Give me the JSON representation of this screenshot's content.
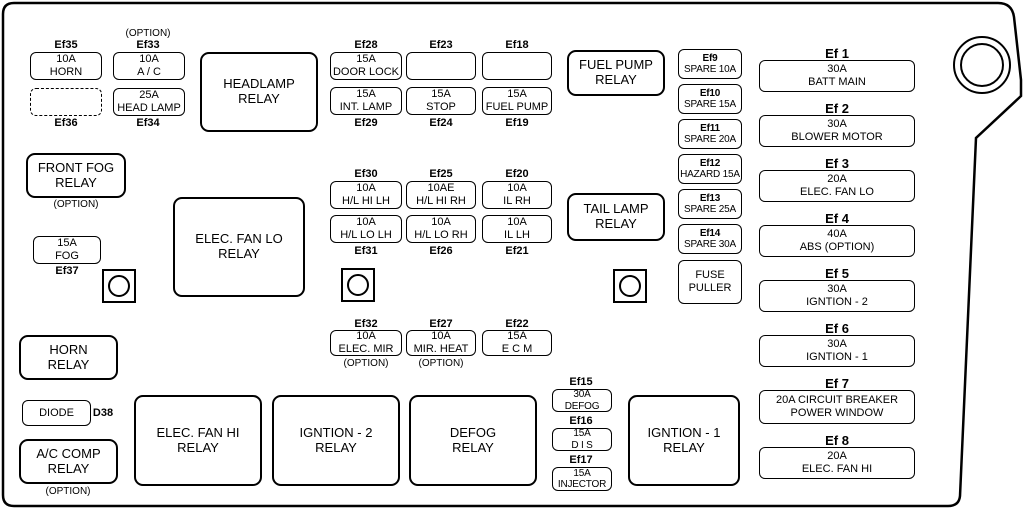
{
  "relays": {
    "headlamp": "HEADLAMP\nRELAY",
    "front_fog": "FRONT FOG\nRELAY",
    "elec_fan_lo": "ELEC. FAN LO\nRELAY",
    "fuel_pump": "FUEL PUMP\nRELAY",
    "tail_lamp": "TAIL LAMP\nRELAY",
    "horn": "HORN\nRELAY",
    "ac_comp": "A/C COMP\nRELAY",
    "elec_fan_hi": "ELEC. FAN HI\nRELAY",
    "igntion2": "IGNTION - 2\nRELAY",
    "defog": "DEFOG\nRELAY",
    "igntion1": "IGNTION - 1\nRELAY"
  },
  "options": {
    "ef33": "(OPTION)",
    "front_fog": "(OPTION)",
    "ef32": "(OPTION)",
    "ef27": "(OPTION)",
    "ac_comp": "(OPTION)"
  },
  "diode": {
    "label": "DIODE",
    "id": "D38"
  },
  "fuse_puller": "FUSE\nPULLER",
  "fuses": {
    "ef35": {
      "id": "Ef35",
      "text": "10A\nHORN"
    },
    "ef33": {
      "id": "Ef33",
      "text": "10A\nA / C"
    },
    "ef36": {
      "id": "Ef36",
      "text": ""
    },
    "ef34": {
      "id": "Ef34",
      "text": "25A\nHEAD LAMP"
    },
    "ef28": {
      "id": "Ef28",
      "text": "15A\nDOOR LOCK"
    },
    "ef23": {
      "id": "Ef23",
      "text": ""
    },
    "ef18": {
      "id": "Ef18",
      "text": ""
    },
    "ef29": {
      "id": "Ef29",
      "text": "15A\nINT. LAMP"
    },
    "ef24": {
      "id": "Ef24",
      "text": "15A\nSTOP"
    },
    "ef19": {
      "id": "Ef19",
      "text": "15A\nFUEL PUMP"
    },
    "ef30": {
      "id": "Ef30",
      "text": "10A\nH/L HI LH"
    },
    "ef25": {
      "id": "Ef25",
      "text": "10AE\nH/L HI RH"
    },
    "ef20": {
      "id": "Ef20",
      "text": "10A\nIL RH"
    },
    "ef31": {
      "id": "Ef31",
      "text": "10A\nH/L LO LH"
    },
    "ef26": {
      "id": "Ef26",
      "text": "10A\nH/L LO RH"
    },
    "ef21": {
      "id": "Ef21",
      "text": "10A\nIL LH"
    },
    "ef37": {
      "id": "Ef37",
      "text": "15A\nFOG"
    },
    "ef32": {
      "id": "Ef32",
      "text": "10A\nELEC. MIR"
    },
    "ef27": {
      "id": "Ef27",
      "text": "10A\nMIR. HEAT"
    },
    "ef22": {
      "id": "Ef22",
      "text": "15A\nE C M"
    },
    "ef15": {
      "id": "Ef15",
      "text": "30A\nDEFOG"
    },
    "ef16": {
      "id": "Ef16",
      "text": "15A\nD I S"
    },
    "ef17": {
      "id": "Ef17",
      "text": "15A\nINJECTOR"
    }
  },
  "spares": {
    "ef9": {
      "id": "Ef9",
      "text": "SPARE 10A"
    },
    "ef10": {
      "id": "Ef10",
      "text": "SPARE 15A"
    },
    "ef11": {
      "id": "Ef11",
      "text": "SPARE 20A"
    },
    "ef12": {
      "id": "Ef12",
      "text": "HAZARD 15A"
    },
    "ef13": {
      "id": "Ef13",
      "text": "SPARE 25A"
    },
    "ef14": {
      "id": "Ef14",
      "text": "SPARE 30A"
    }
  },
  "main_fuses": {
    "ef1": {
      "id": "Ef 1",
      "text": "30A\nBATT MAIN"
    },
    "ef2": {
      "id": "Ef 2",
      "text": "30A\nBLOWER MOTOR"
    },
    "ef3": {
      "id": "Ef 3",
      "text": "20A\nELEC. FAN LO"
    },
    "ef4": {
      "id": "Ef 4",
      "text": "40A\nABS (OPTION)"
    },
    "ef5": {
      "id": "Ef 5",
      "text": "30A\nIGNTION - 2"
    },
    "ef6": {
      "id": "Ef 6",
      "text": "30A\nIGNTION - 1"
    },
    "ef7": {
      "id": "Ef 7",
      "text": "20A CIRCUIT BREAKER\nPOWER WINDOW"
    },
    "ef8": {
      "id": "Ef 8",
      "text": "20A\nELEC. FAN HI"
    }
  }
}
